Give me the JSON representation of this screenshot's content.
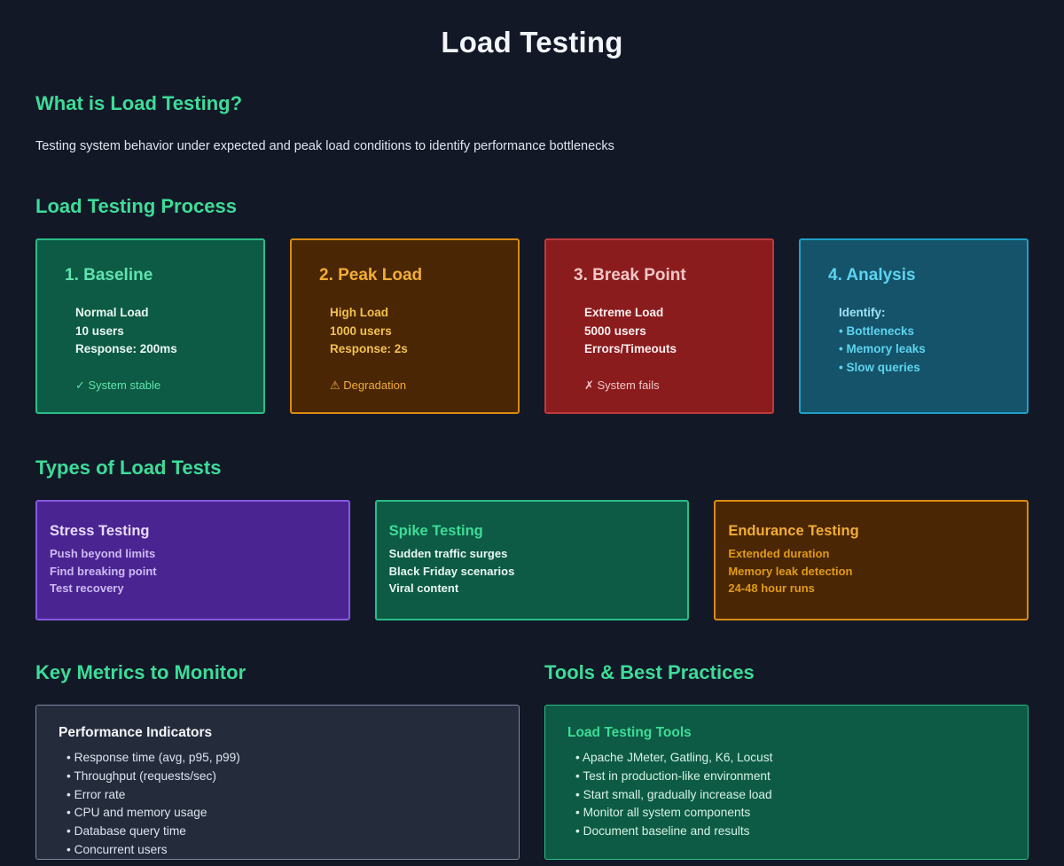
{
  "page": {
    "title": "Load Testing",
    "accent_green": "#3ddc98",
    "background": "#131827"
  },
  "sections": {
    "what": {
      "heading": "What is Load Testing?",
      "description": "Testing system behavior under expected and peak load conditions to identify performance bottlenecks"
    },
    "process": {
      "heading": "Load Testing Process",
      "cards": [
        {
          "title": "1. Baseline",
          "lines": [
            "Normal Load",
            "10 users",
            "Response: 200ms"
          ],
          "status": "✓ System stable",
          "status_icon": "check-icon",
          "bg": "#0d5b44",
          "border": "#2bbd87"
        },
        {
          "title": "2. Peak Load",
          "lines": [
            "High Load",
            "1000 users",
            "Response: 2s"
          ],
          "status": "⚠ Degradation",
          "status_icon": "warning-triangle-icon",
          "bg": "#4a2605",
          "border": "#d98b12"
        },
        {
          "title": "3. Break Point",
          "lines": [
            "Extreme Load",
            "5000 users",
            "Errors/Timeouts"
          ],
          "status": "✗ System fails",
          "status_icon": "cross-icon",
          "bg": "#8b1c1e",
          "border": "#c0393a"
        },
        {
          "title": "4. Analysis",
          "lines": [
            "Identify:"
          ],
          "bullets": [
            "• Bottlenecks",
            "• Memory leaks",
            "• Slow queries"
          ],
          "status": "",
          "bg": "#145369",
          "border": "#1fa0c6"
        }
      ]
    },
    "types": {
      "heading": "Types of Load Tests",
      "cards": [
        {
          "title": "Stress Testing",
          "lines": [
            "Push beyond limits",
            "Find breaking point",
            "Test recovery"
          ],
          "bg": "#4a2491",
          "border": "#8759e0"
        },
        {
          "title": "Spike Testing",
          "lines": [
            "Sudden traffic surges",
            "Black Friday scenarios",
            "Viral content"
          ],
          "bg": "#0d5b44",
          "border": "#2bbd87"
        },
        {
          "title": "Endurance Testing",
          "lines": [
            "Extended duration",
            "Memory leak detection",
            "24-48 hour runs"
          ],
          "bg": "#4a2605",
          "border": "#d98b12"
        }
      ]
    },
    "metrics": {
      "heading": "Key Metrics to Monitor",
      "panel_title": "Performance Indicators",
      "items": [
        "• Response time (avg, p95, p99)",
        "• Throughput (requests/sec)",
        "• Error rate",
        "• CPU and memory usage",
        "• Database query time",
        "• Concurrent users"
      ]
    },
    "tools": {
      "heading": "Tools & Best Practices",
      "panel_title": "Load Testing Tools",
      "items": [
        "• Apache JMeter, Gatling, K6, Locust",
        "• Test in production-like environment",
        "• Start small, gradually increase load",
        "• Monitor all system components",
        "• Document baseline and results"
      ]
    }
  }
}
